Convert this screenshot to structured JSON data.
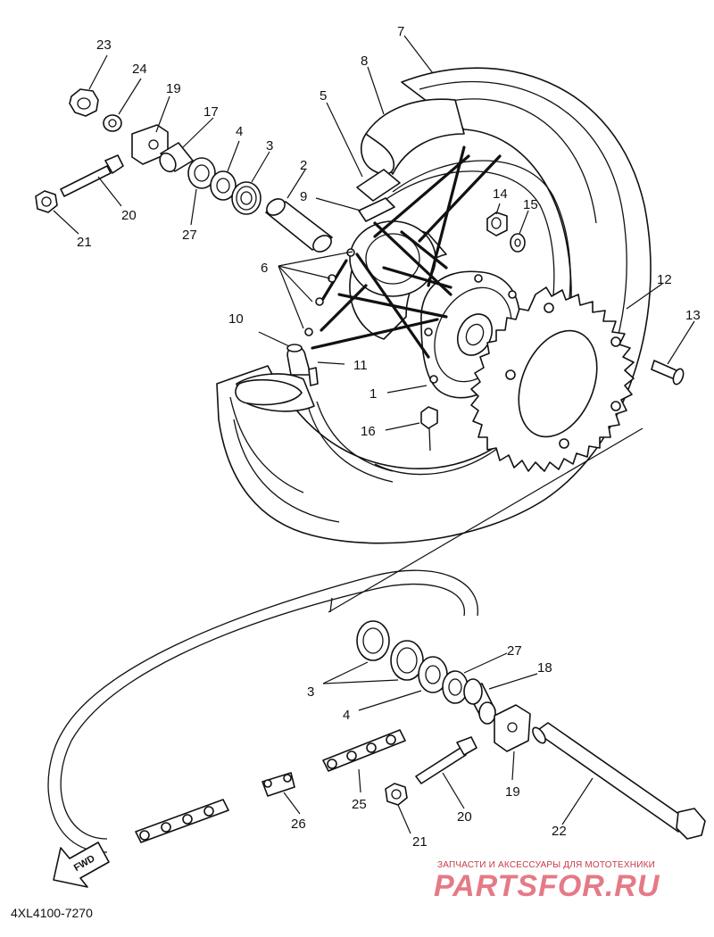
{
  "callouts": {
    "c1": "1",
    "c2": "2",
    "c3a": "3",
    "c3b": "3",
    "c4a": "4",
    "c4b": "4",
    "c5": "5",
    "c6": "6",
    "c7": "7",
    "c8": "8",
    "c9": "9",
    "c10": "10",
    "c11": "11",
    "c12": "12",
    "c13": "13",
    "c14": "14",
    "c15": "15",
    "c16": "16",
    "c17": "17",
    "c18": "18",
    "c19a": "19",
    "c19b": "19",
    "c20a": "20",
    "c20b": "20",
    "c21a": "21",
    "c21b": "21",
    "c22": "22",
    "c23": "23",
    "c24": "24",
    "c25": "25",
    "c26": "26",
    "c27a": "27",
    "c27b": "27"
  },
  "fwd_arrow_label": "FWD",
  "diagram_code": "4XL4100-7270",
  "watermark": {
    "tagline": "ЗАПЧАСТИ И АКСЕССУАРЫ ДЛЯ МОТОТЕХНИКИ",
    "brand": "PARTSFOR.RU"
  }
}
